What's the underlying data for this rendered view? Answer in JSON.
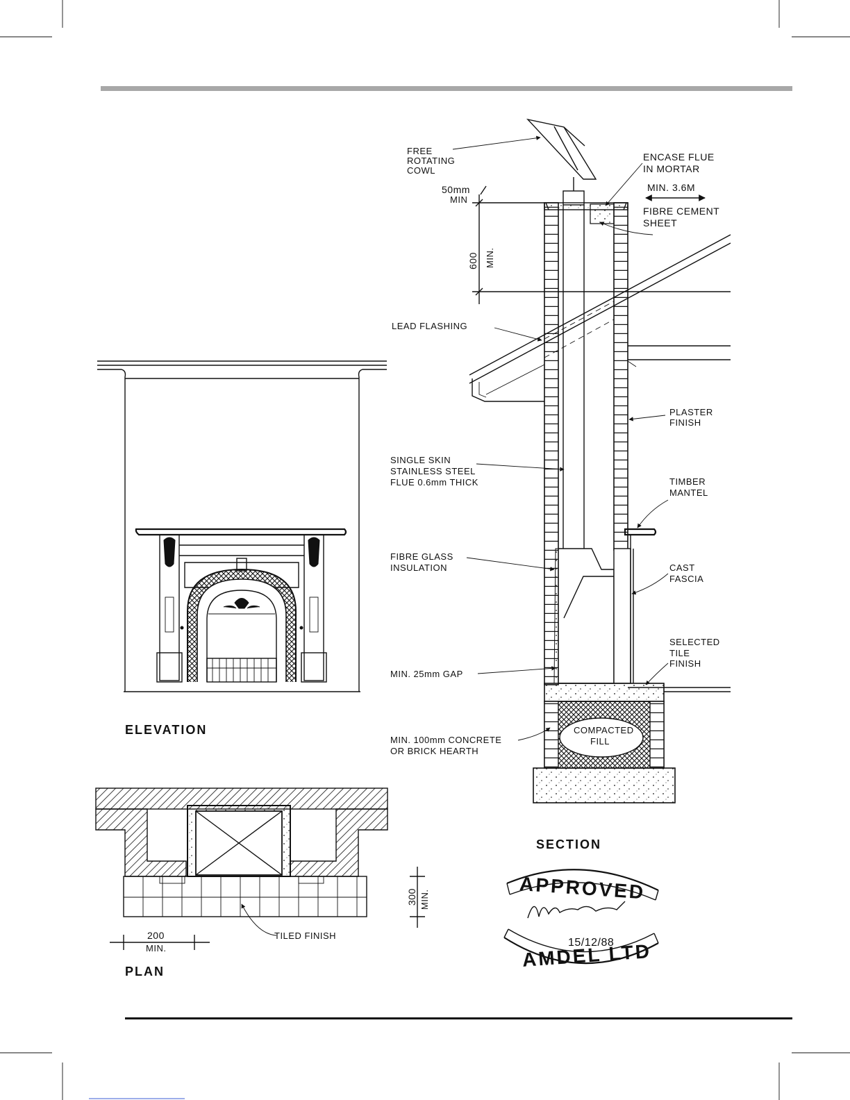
{
  "labels": {
    "cowl": [
      "FREE",
      "ROTATING",
      "COWL"
    ],
    "encase": [
      "ENCASE FLUE",
      "IN MORTAR"
    ],
    "min_height": "MIN. 3.6M",
    "fibre_cement": [
      "FIBRE CEMENT",
      "SHEET"
    ],
    "dim_50": [
      "50mm",
      "MIN"
    ],
    "dim_600": [
      "600",
      "MIN."
    ],
    "lead_flashing": "LEAD FLASHING",
    "plaster": [
      "PLASTER",
      "FINISH"
    ],
    "flue": [
      "SINGLE SKIN",
      "STAINLESS STEEL",
      "FLUE 0.6mm THICK"
    ],
    "timber_mantel": [
      "TIMBER",
      "MANTEL"
    ],
    "fibre_glass": [
      "FIBRE GLASS",
      "INSULATION"
    ],
    "cast_fascia": [
      "CAST",
      "FASCIA"
    ],
    "tile_finish": [
      "SELECTED",
      "TILE",
      "FINISH"
    ],
    "gap": "MIN. 25mm GAP",
    "hearth": [
      "MIN. 100mm CONCRETE",
      "OR BRICK HEARTH"
    ],
    "compacted": [
      "COMPACTED",
      "FILL"
    ],
    "tiled_finish": "TILED FINISH",
    "dim_200": [
      "200",
      "MIN."
    ],
    "dim_300": [
      "300",
      "MIN."
    ]
  },
  "titles": {
    "elevation": "ELEVATION",
    "plan": "PLAN",
    "section": "SECTION"
  },
  "stamp": {
    "top": "APPROVED",
    "bottom": "AMDEL LTD",
    "date": "15/12/88"
  },
  "colors": {
    "header_rule": "#a8a8a8",
    "ink": "#111111"
  }
}
